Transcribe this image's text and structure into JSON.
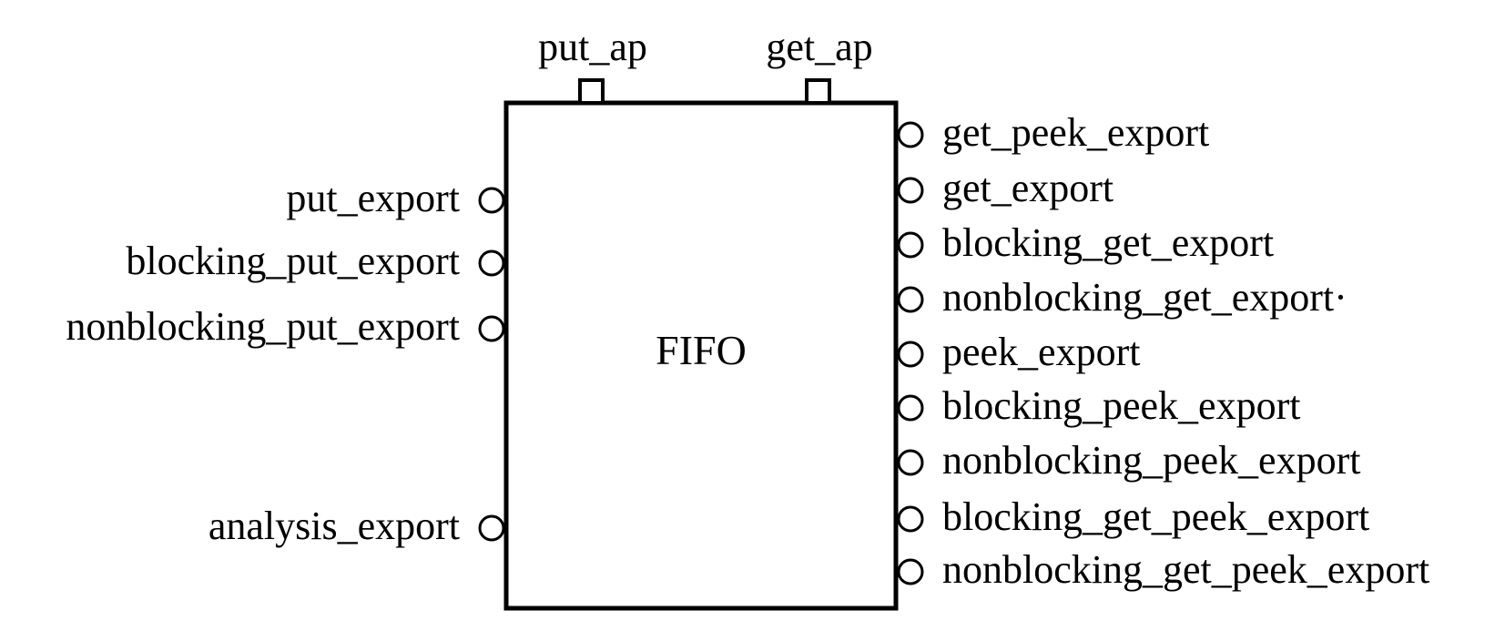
{
  "block": {
    "label": "FIFO"
  },
  "top_ports": [
    {
      "label": "put_ap"
    },
    {
      "label": "get_ap"
    }
  ],
  "left_ports": [
    {
      "label": "put_export"
    },
    {
      "label": "blocking_put_export"
    },
    {
      "label": "nonblocking_put_export"
    },
    {
      "label": "analysis_export"
    }
  ],
  "right_ports": [
    {
      "label": "get_peek_export"
    },
    {
      "label": "get_export"
    },
    {
      "label": "blocking_get_export"
    },
    {
      "label": "nonblocking_get_export·"
    },
    {
      "label": "peek_export"
    },
    {
      "label": "blocking_peek_export"
    },
    {
      "label": "nonblocking_peek_export"
    },
    {
      "label": "blocking_get_peek_export"
    },
    {
      "label": "nonblocking_get_peek_export"
    }
  ]
}
